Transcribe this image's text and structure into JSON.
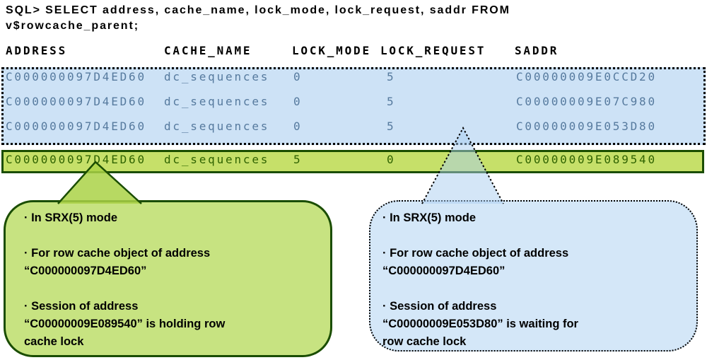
{
  "sql": {
    "line1": "SQL> SELECT address, cache_name, lock_mode, lock_request, saddr FROM",
    "line2": "v$rowcache_parent;"
  },
  "table": {
    "columns": [
      "ADDRESS",
      "CACHE_NAME",
      "LOCK_MODE",
      "LOCK_REQUEST",
      "SADDR"
    ],
    "waiting_rows": [
      [
        "C000000097D4ED60",
        "dc_sequences",
        "0",
        "5",
        "C00000009E0CCD20"
      ],
      [
        "C000000097D4ED60",
        "dc_sequences",
        "0",
        "5",
        "C00000009E07C980"
      ],
      [
        "C000000097D4ED60",
        "dc_sequences",
        "0",
        "5",
        "C00000009E053D80"
      ]
    ],
    "holding_row": [
      "C000000097D4ED60",
      "dc_sequences",
      "5",
      "0",
      "C00000009E089540"
    ]
  },
  "callouts": {
    "holding": {
      "bullets": [
        "· In SRX(5) mode",
        "· For row cache object of address\n“C000000097D4ED60”",
        "· Session of address\n“C00000009E089540” is holding row\ncache lock"
      ]
    },
    "waiting": {
      "bullets": [
        "· In SRX(5) mode",
        "· For row cache object of address\n“C000000097D4ED60”",
        "· Session of address\n“C00000009E053D80” is waiting for\nrow cache lock"
      ]
    }
  },
  "colors": {
    "waiting_bg": "#cde2f6",
    "waiting_text": "#567a9e",
    "holding_bg": "#c6e069",
    "holding_text": "#2f6300",
    "holding_border": "#1a4d00",
    "holding_bubble_bg": "#c7e381",
    "waiting_bubble_bg": "#d4e7f8",
    "dotted_border": "#000000"
  }
}
